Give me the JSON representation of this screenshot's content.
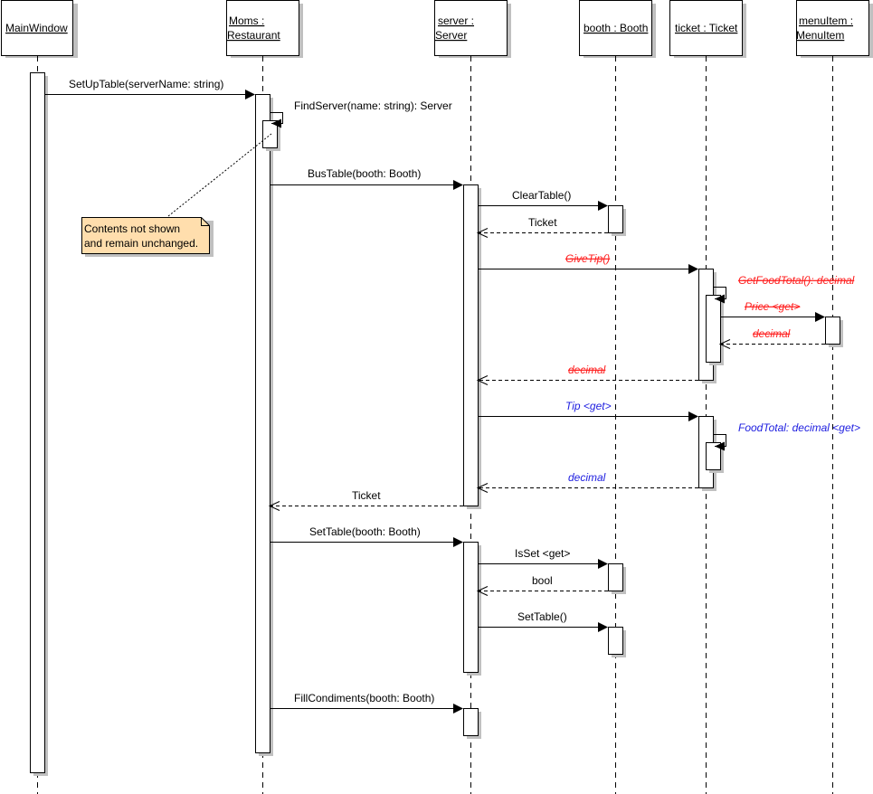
{
  "diagram": {
    "type": "UML sequence diagram",
    "lifelines": [
      {
        "id": "mainWindow",
        "label_lines": [
          "MainWindow"
        ]
      },
      {
        "id": "moms",
        "label_lines": [
          "Moms :",
          "Restaurant"
        ]
      },
      {
        "id": "server",
        "label_lines": [
          "server :",
          "Server"
        ]
      },
      {
        "id": "booth",
        "label_lines": [
          "booth : Booth"
        ]
      },
      {
        "id": "ticket",
        "label_lines": [
          "ticket : Ticket"
        ]
      },
      {
        "id": "menuItem",
        "label_lines": [
          "menuItem :",
          "MenuItem"
        ]
      }
    ],
    "messages": [
      {
        "from": "mainWindow",
        "to": "moms",
        "label": "SetUpTable(serverName: string)",
        "kind": "call",
        "style": "normal"
      },
      {
        "from": "moms",
        "to": "moms",
        "label": "FindServer(name: string): Server",
        "kind": "self",
        "style": "normal"
      },
      {
        "from": "moms",
        "to": "server",
        "label": "BusTable(booth: Booth)",
        "kind": "call",
        "style": "normal"
      },
      {
        "from": "server",
        "to": "booth",
        "label": "ClearTable()",
        "kind": "call",
        "style": "normal"
      },
      {
        "from": "booth",
        "to": "server",
        "label": "Ticket",
        "kind": "return",
        "style": "normal"
      },
      {
        "from": "server",
        "to": "ticket",
        "label": "GiveTip()",
        "kind": "call",
        "style": "removed"
      },
      {
        "from": "ticket",
        "to": "ticket",
        "label": "GetFoodTotal(): decimal",
        "kind": "self",
        "style": "removed"
      },
      {
        "from": "ticket",
        "to": "menuItem",
        "label": "Price <get>",
        "kind": "call",
        "style": "removed"
      },
      {
        "from": "menuItem",
        "to": "ticket",
        "label": "decimal",
        "kind": "return",
        "style": "removed"
      },
      {
        "from": "ticket",
        "to": "server",
        "label": "decimal",
        "kind": "return",
        "style": "removed"
      },
      {
        "from": "server",
        "to": "ticket",
        "label": "Tip <get>",
        "kind": "call",
        "style": "added"
      },
      {
        "from": "ticket",
        "to": "ticket",
        "label": "FoodTotal: decimal <get>",
        "kind": "self",
        "style": "added"
      },
      {
        "from": "ticket",
        "to": "server",
        "label": "decimal",
        "kind": "return",
        "style": "added"
      },
      {
        "from": "server",
        "to": "moms",
        "label": "Ticket",
        "kind": "return",
        "style": "normal"
      },
      {
        "from": "moms",
        "to": "server",
        "label": "SetTable(booth: Booth)",
        "kind": "call",
        "style": "normal"
      },
      {
        "from": "server",
        "to": "booth",
        "label": "IsSet <get>",
        "kind": "call",
        "style": "normal"
      },
      {
        "from": "booth",
        "to": "server",
        "label": "bool",
        "kind": "return",
        "style": "normal"
      },
      {
        "from": "server",
        "to": "booth",
        "label": "SetTable()",
        "kind": "call",
        "style": "normal"
      },
      {
        "from": "moms",
        "to": "server",
        "label": "FillCondiments(booth: Booth)",
        "kind": "call",
        "style": "normal"
      }
    ],
    "note": {
      "lines": [
        "Contents not shown",
        "and remain unchanged."
      ],
      "attached_to": "FindServer self-call activation"
    },
    "colors": {
      "removed": "#ff2020",
      "added": "#2020e0",
      "note_fill": "#ffdead",
      "shadow": "#c0c0c0"
    }
  }
}
